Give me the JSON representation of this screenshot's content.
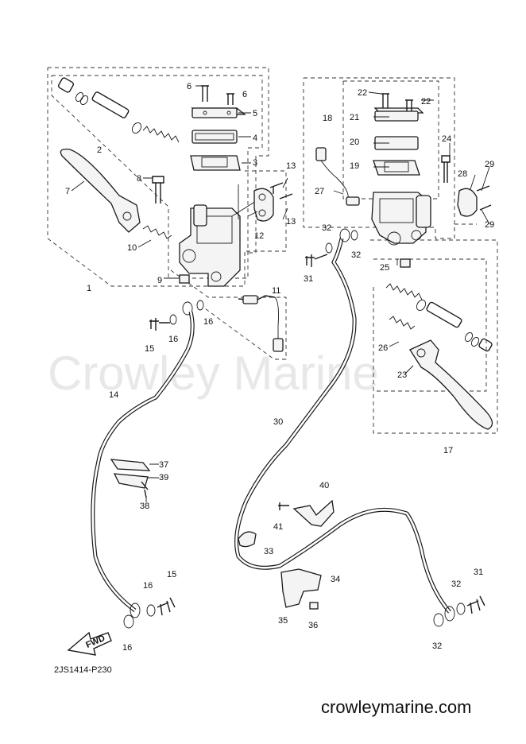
{
  "watermark": "Crowley Marine",
  "drawing_code": "2JS1414-P230",
  "fwd_label": "FWD",
  "footer_site": "crowleymarine.com",
  "callouts": {
    "c1": "1",
    "c2": "2",
    "c3": "3",
    "c4": "4",
    "c5": "5",
    "c6a": "6",
    "c6b": "6",
    "c7": "7",
    "c8": "8",
    "c9": "9",
    "c10": "10",
    "c11": "11",
    "c12": "12",
    "c13a": "13",
    "c13b": "13",
    "c14": "14",
    "c15a": "15",
    "c15b": "15",
    "c16a": "16",
    "c16b": "16",
    "c16c": "16",
    "c16d": "16",
    "c17": "17",
    "c18": "18",
    "c19": "19",
    "c20": "20",
    "c21": "21",
    "c22a": "22",
    "c22b": "22",
    "c23": "23",
    "c24": "24",
    "c25": "25",
    "c26": "26",
    "c27": "27",
    "c28": "28",
    "c29a": "29",
    "c29b": "29",
    "c30": "30",
    "c31a": "31",
    "c31b": "31",
    "c32a": "32",
    "c32b": "32",
    "c32c": "32",
    "c32d": "32",
    "c33": "33",
    "c34": "34",
    "c35": "35",
    "c36": "36",
    "c37": "37",
    "c38": "38",
    "c39": "39",
    "c40": "40",
    "c41": "41"
  }
}
